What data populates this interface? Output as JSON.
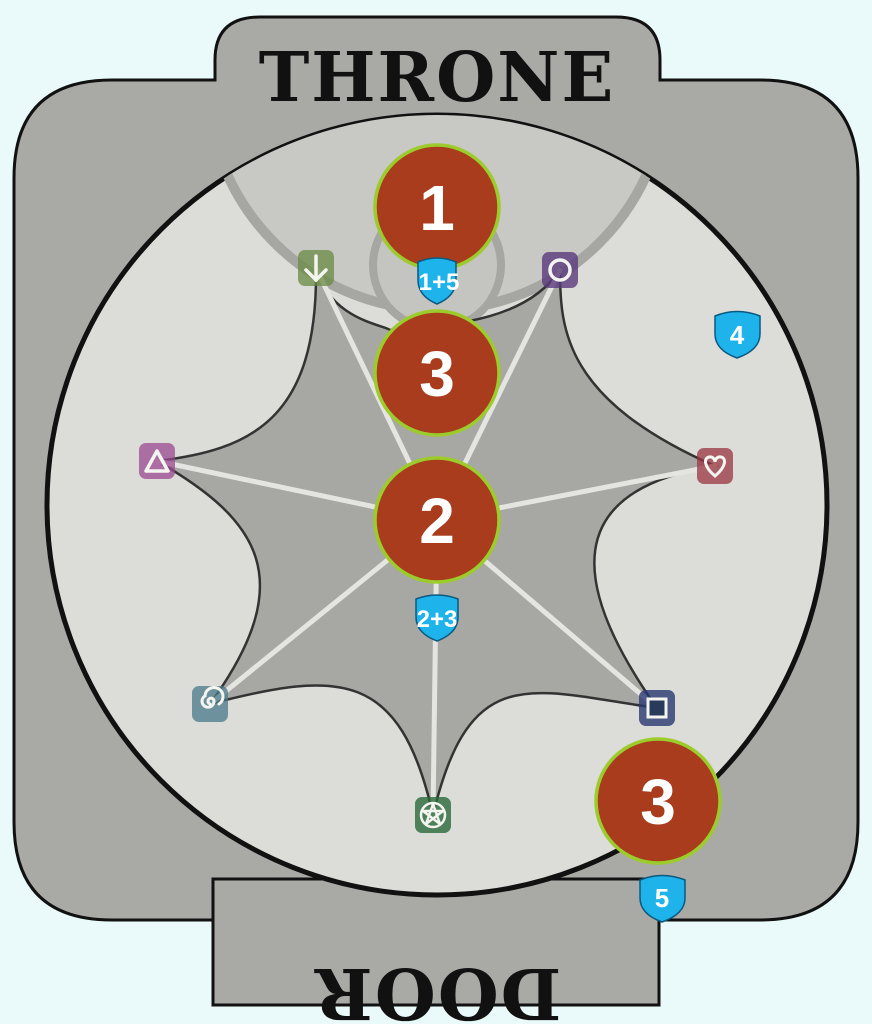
{
  "board": {
    "throne_label": "THRONE",
    "door_label": "DOOR"
  },
  "colors": {
    "page_bg": "#eafafb",
    "panel_gray": "#a9a9a6",
    "arena_light": "#dcdcd8",
    "arena_dais": "#c8c8c5",
    "star_fill": "#a7a7a4",
    "token_fill": "#a83c1c",
    "token_ring": "#9ccc2c",
    "shield_fill": "#1fb3ec"
  },
  "tokens": [
    {
      "id": "throne-top",
      "label": "1"
    },
    {
      "id": "upper",
      "label": "3"
    },
    {
      "id": "center",
      "label": "2"
    },
    {
      "id": "door-side",
      "label": "3"
    }
  ],
  "shields": [
    {
      "id": "throne",
      "label": "1+5"
    },
    {
      "id": "right",
      "label": "4"
    },
    {
      "id": "center-low",
      "label": "2+3"
    },
    {
      "id": "door",
      "label": "5"
    }
  ],
  "points": [
    {
      "id": "arrow",
      "icon": "arrow-down-icon",
      "glow": "#6a8a42"
    },
    {
      "id": "circle",
      "icon": "circle-icon",
      "glow": "#5a3a7a"
    },
    {
      "id": "triangle",
      "icon": "triangle-icon",
      "glow": "#9a4a92"
    },
    {
      "id": "heart",
      "icon": "heart-icon",
      "glow": "#9a3540"
    },
    {
      "id": "spiral",
      "icon": "spiral-icon",
      "glow": "#4a7a8a"
    },
    {
      "id": "square",
      "icon": "square-icon",
      "glow": "#2a3a72"
    },
    {
      "id": "pentagram",
      "icon": "pentagram-icon",
      "glow": "#2a6a3a"
    }
  ]
}
